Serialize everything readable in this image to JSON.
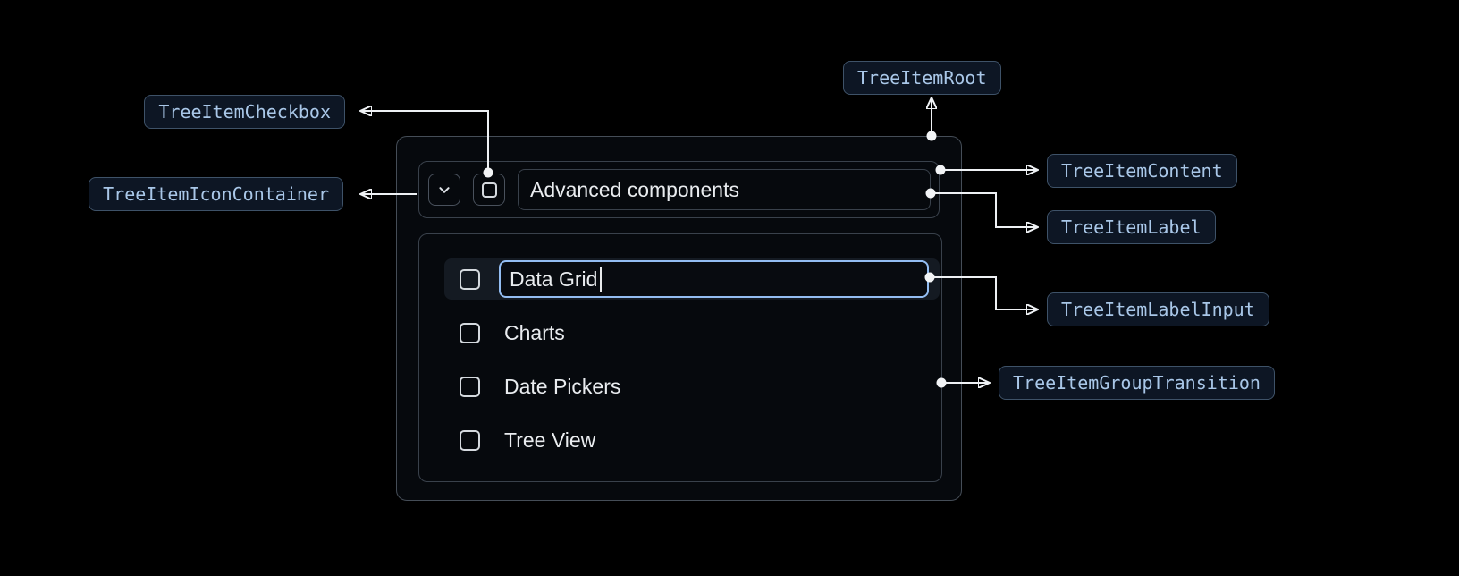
{
  "badges": {
    "root": "TreeItemRoot",
    "checkbox": "TreeItemCheckbox",
    "icon_container": "TreeItemIconContainer",
    "content": "TreeItemContent",
    "label": "TreeItemLabel",
    "label_input": "TreeItemLabelInput",
    "group_transition": "TreeItemGroupTransition"
  },
  "tree": {
    "parent_label": "Advanced components",
    "editing_value": "Data Grid",
    "items": [
      "Charts",
      "Date Pickers",
      "Tree View"
    ]
  },
  "colors": {
    "background": "#000000",
    "badge_text": "#a9c7e8",
    "badge_border": "#3e5268",
    "badge_background": "#0d1624",
    "input_focus_border": "#93bdf2",
    "arrow": "#eef1f4",
    "panel_border": "#39414b",
    "text": "#e9ecef"
  }
}
